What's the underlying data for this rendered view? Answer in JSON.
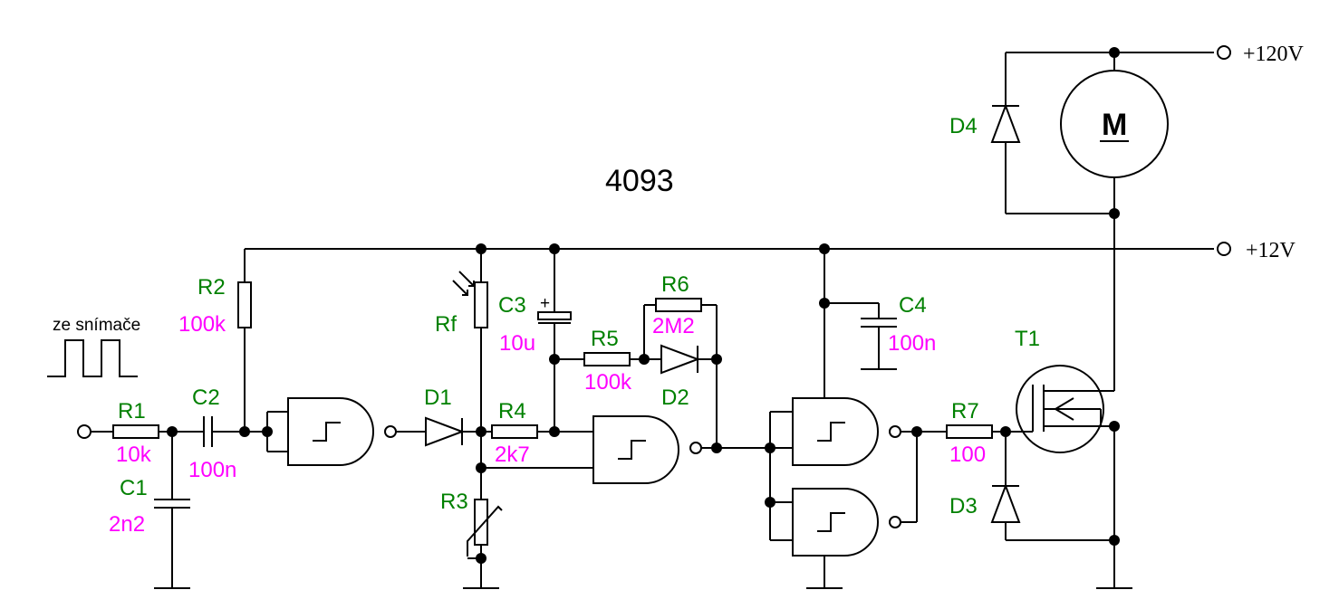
{
  "colors": {
    "wire": "#000000",
    "component_name": "#008000",
    "component_value": "#ff00ff"
  },
  "ic_label": "4093",
  "input_label": "ze snímače",
  "rails": {
    "high": "+120V",
    "logic": "+12V"
  },
  "motor_symbol": "M",
  "components": {
    "R1": {
      "name": "R1",
      "value": "10k"
    },
    "R2": {
      "name": "R2",
      "value": "100k"
    },
    "R3": {
      "name": "R3",
      "value": ""
    },
    "R4": {
      "name": "R4",
      "value": "2k7"
    },
    "R5": {
      "name": "R5",
      "value": "100k"
    },
    "R6": {
      "name": "R6",
      "value": "2M2"
    },
    "R7": {
      "name": "R7",
      "value": "100"
    },
    "Rf": {
      "name": "Rf",
      "value": ""
    },
    "C1": {
      "name": "C1",
      "value": "2n2"
    },
    "C2": {
      "name": "C2",
      "value": "100n"
    },
    "C3": {
      "name": "C3",
      "value": "10u"
    },
    "C4": {
      "name": "C4",
      "value": "100n"
    },
    "D1": {
      "name": "D1",
      "value": ""
    },
    "D2": {
      "name": "D2",
      "value": ""
    },
    "D3": {
      "name": "D3",
      "value": ""
    },
    "D4": {
      "name": "D4",
      "value": ""
    },
    "T1": {
      "name": "T1",
      "value": ""
    }
  }
}
